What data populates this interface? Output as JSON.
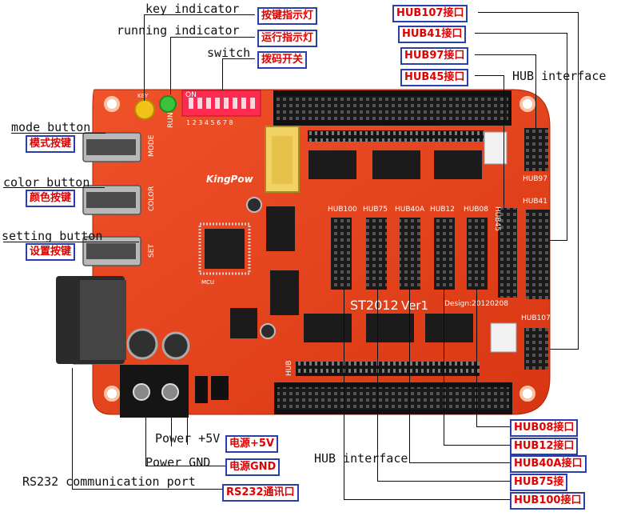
{
  "labels_en": {
    "key_indicator": "key indicator",
    "running_indicator": "running indicator",
    "switch": "switch",
    "mode_button": "mode button",
    "color_button": "color button",
    "setting_button": "setting button",
    "hub_interface_right": "HUB interface",
    "hub_interface_bottom": "HUB interface",
    "power_5v": "Power +5V",
    "power_gnd": "Power GND",
    "rs232_port": "RS232 communication port"
  },
  "labels_cn": {
    "key_indicator": "按键指示灯",
    "running_indicator": "运行指示灯",
    "switch": "拨码开关",
    "mode_button": "模式按键",
    "color_button": "颜色按键",
    "setting_button": "设置按键",
    "power_5v": "电源+5V",
    "power_gnd": "电源GND",
    "rs232_port": "RS232通讯口"
  },
  "hub_labels": {
    "hub107": "HUB107接口",
    "hub41": "HUB41接口",
    "hub97": "HUB97接口",
    "hub45": "HUB45接口",
    "hub08": "HUB08接口",
    "hub12": "HUB12接口",
    "hub40a": "HUB40A接口",
    "hub75": "HUB75接",
    "hub100": "HUB100接口"
  },
  "board_text": {
    "model": "ST2012",
    "version": "Ver1",
    "design": "Design:20120208",
    "brand": "KingPow",
    "silk_mode": "MODE",
    "silk_color": "COLOR",
    "silk_set": "SET",
    "silk_key": "KEY",
    "silk_run": "RUN",
    "silk_on": "ON",
    "dip_numbers": "1 2 3 4 5 6 7 8",
    "silk_hub100": "HUB100",
    "silk_hub75": "HUB75",
    "silk_hub40a": "HUB40A",
    "silk_hub12": "HUB12",
    "silk_hub08": "HUB08",
    "silk_hub45": "HUB45",
    "silk_hub41": "HUB41",
    "silk_hub97": "HUB97",
    "silk_hub107": "HUB107",
    "silk_hub": "HUB",
    "silk_mcu": "MCU"
  },
  "colors": {
    "board": "#e8401c",
    "board_dark": "#c22a0c",
    "label_text": "#e00000",
    "label_border": "#2a40a8"
  }
}
